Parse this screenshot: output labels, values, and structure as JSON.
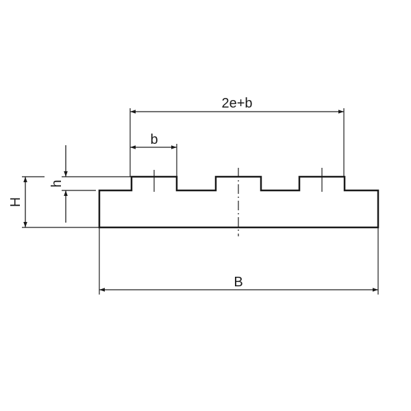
{
  "drawing": {
    "labels": {
      "pitch": "2e+b",
      "tooth_width": "b",
      "total_width": "B",
      "total_height": "H",
      "tooth_height": "h"
    },
    "colors": {
      "line": "#1a1a1a",
      "background": "#ffffff"
    }
  }
}
